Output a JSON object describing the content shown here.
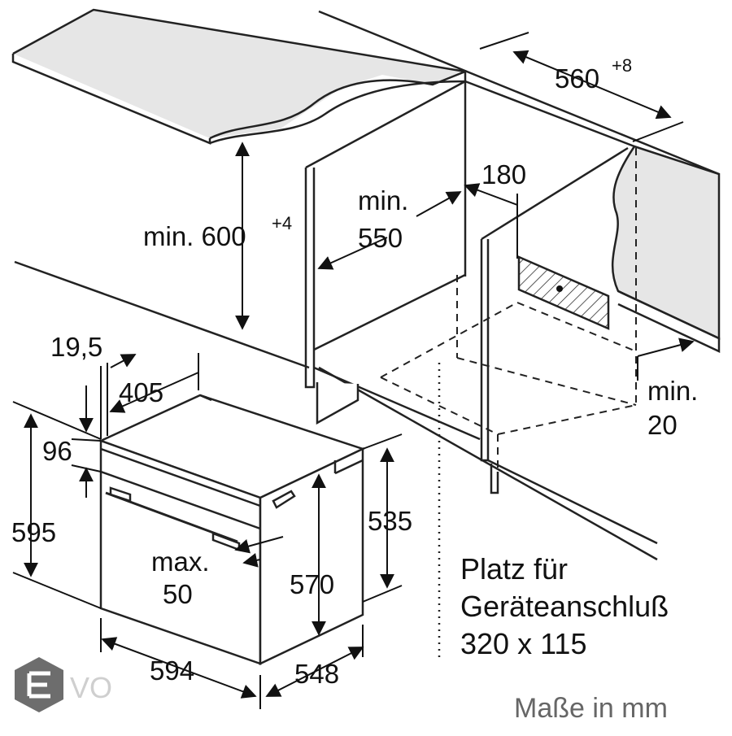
{
  "dimensions": {
    "top_width": "560",
    "top_width_sup": "+8",
    "niche_height_prefix": "min. 600",
    "niche_height_sup": "+4",
    "niche_depth_line1": "min.",
    "niche_depth_line2": "550",
    "back_gap": "180",
    "front_gap_line1": "min.",
    "front_gap_line2": "20",
    "face_thickness": "19,5",
    "body_offset": "405",
    "panel_height": "96",
    "total_height": "595",
    "body_height": "535",
    "inner_height": "570",
    "door_gap_line1": "max.",
    "door_gap_line2": "50",
    "width": "594",
    "depth": "548"
  },
  "connection_note": {
    "line1": "Platz für",
    "line2": "Geräteanschluß",
    "line3": "320 x 115"
  },
  "units_label": "Maße in mm",
  "watermark": {
    "text": "VO",
    "icon": "hexagon-e-logo"
  }
}
